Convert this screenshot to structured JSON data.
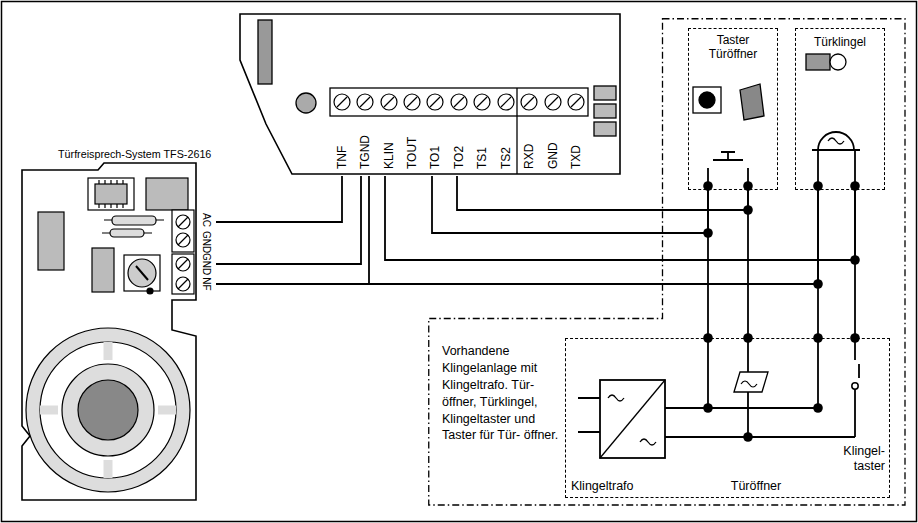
{
  "diagram": {
    "nodes": [
      {
        "text": [
          "Türfreisprech-System TFS-2616"
        ]
      },
      {
        "text": [
          "TNF",
          "TGND",
          "KLIN",
          "TOUT",
          "TO1",
          "TO2",
          "TS1",
          "TS2",
          "RXD",
          "GND",
          "TXD"
        ]
      },
      {
        "text": [
          "Vorhandene Klingelanlage mit Klingeltrafo. Tür- öffner, Türklingel, Klingeltaster und Taster für Tür- öffner."
        ]
      },
      {
        "text": [
          "Taster Türöffner"
        ],
        "in": 2
      },
      {
        "text": [
          "Türklingel"
        ],
        "in": 2
      },
      {
        "text": [
          "Klingeltrafo",
          "Türöffner",
          "Klingel- taster"
        ],
        "in": 2
      }
    ],
    "edges": [
      {
        "from": 0,
        "to": 1,
        "arrow": "none"
      },
      {
        "from": 0,
        "to": 1,
        "arrow": "none"
      },
      {
        "from": 0,
        "to": 4,
        "arrow": "none"
      },
      {
        "from": 1,
        "to": 4,
        "arrow": "none"
      },
      {
        "from": 1,
        "to": 3,
        "arrow": "none"
      },
      {
        "from": 1,
        "to": 3,
        "arrow": "none"
      },
      {
        "from": 3,
        "to": 5,
        "arrow": "none"
      },
      {
        "from": 3,
        "to": 5,
        "arrow": "none"
      },
      {
        "from": 4,
        "to": 5,
        "arrow": "none"
      },
      {
        "from": 4,
        "to": 5,
        "arrow": "none"
      }
    ],
    "labels": [
      "AC",
      "GND",
      "GND",
      "NF"
    ]
  }
}
